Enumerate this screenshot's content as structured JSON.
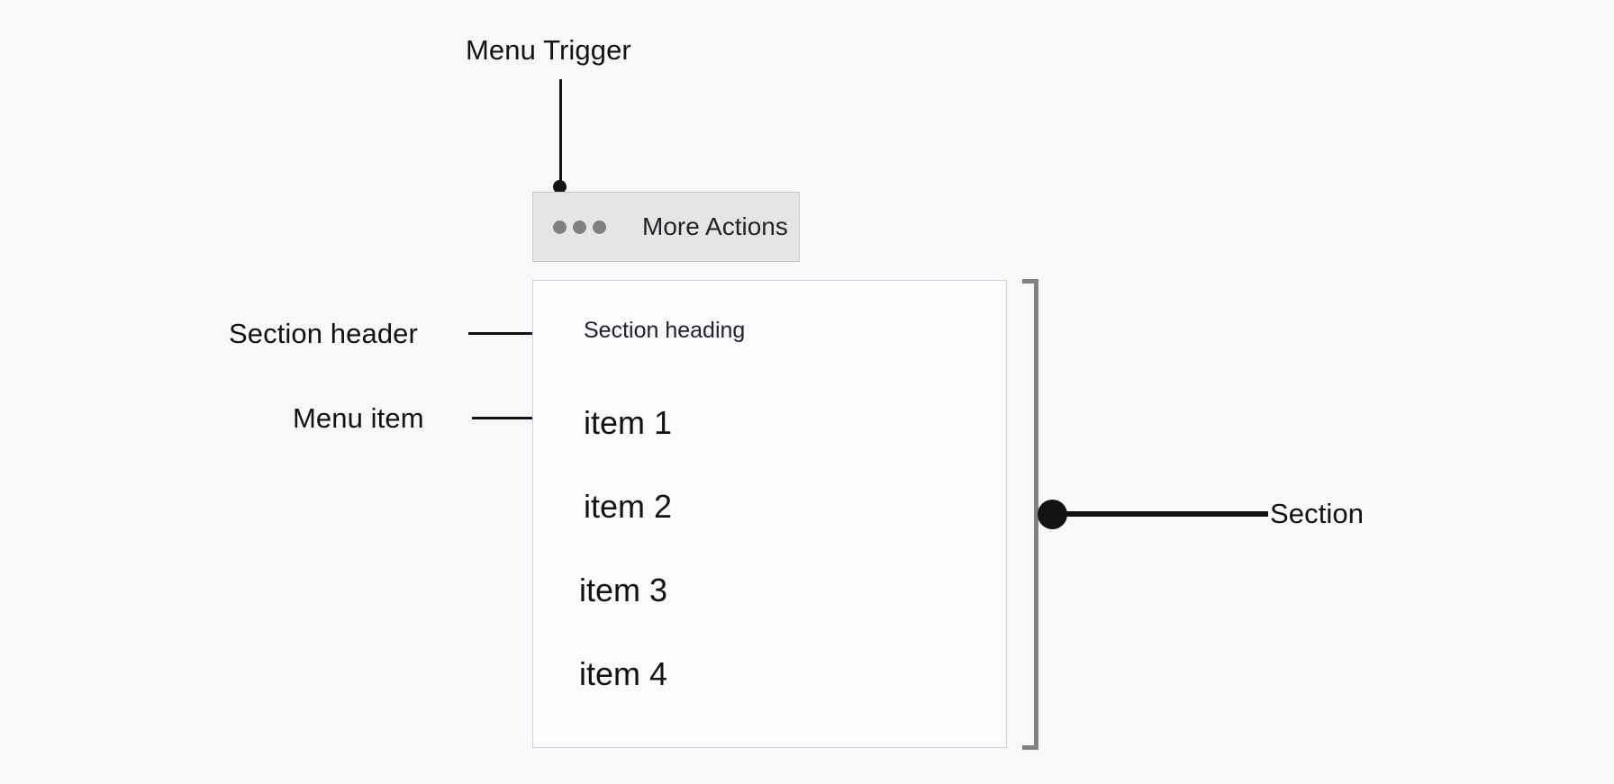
{
  "page": {
    "title": "Menu Anatomy Diagram",
    "background_color": "#f7f8fa"
  },
  "annotations": [
    {
      "id": "menu-trigger",
      "label": "Menu Trigger"
    },
    {
      "id": "section-header",
      "label": "Section header"
    },
    {
      "id": "menu-item",
      "label": "Menu item"
    },
    {
      "id": "section",
      "label": "Section"
    }
  ],
  "trigger": {
    "label": "More Actions",
    "icon": "more-horizontal-icon",
    "dot_count": 3,
    "background_color": "#e5e5e5",
    "border_color": "#c9c9c9",
    "dot_color": "#808080"
  },
  "menu": {
    "background_color": "#fafbfc",
    "border_color": "#cfd2d6",
    "section": {
      "heading": "Section heading",
      "items": [
        {
          "label": "item 1"
        },
        {
          "label": "item 2"
        },
        {
          "label": "item 3"
        },
        {
          "label": "item 4"
        }
      ]
    }
  },
  "bracket": {
    "color": "#808080",
    "label": "Section"
  },
  "leader_color": "#111214"
}
